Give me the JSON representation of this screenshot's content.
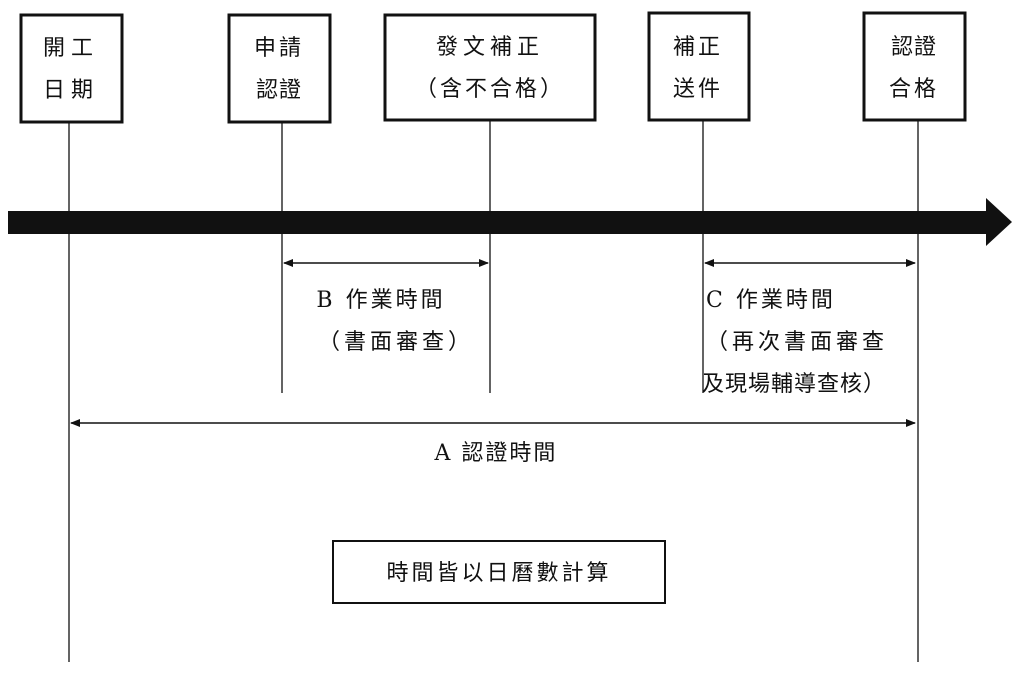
{
  "milestones": {
    "start": {
      "line1": "開工",
      "line2": "日期"
    },
    "apply": {
      "line1": "申請",
      "line2": "認證"
    },
    "notice": {
      "line1": "發文補正",
      "line2": "（含不合格）"
    },
    "resubmit": {
      "line1": "補正",
      "line2": "送件"
    },
    "pass": {
      "line1": "認證",
      "line2": "合格"
    }
  },
  "intervals": {
    "b": {
      "line1": "B 作業時間",
      "line2": "（書面審查）"
    },
    "c": {
      "line1": "C 作業時間",
      "line2": "（再次書面審查",
      "line3": "及現場輔導查核）"
    },
    "a": {
      "line1": "A 認證時間"
    }
  },
  "note": "時間皆以日曆數計算",
  "colors": {
    "ink": "#111111",
    "background": "#ffffff"
  }
}
